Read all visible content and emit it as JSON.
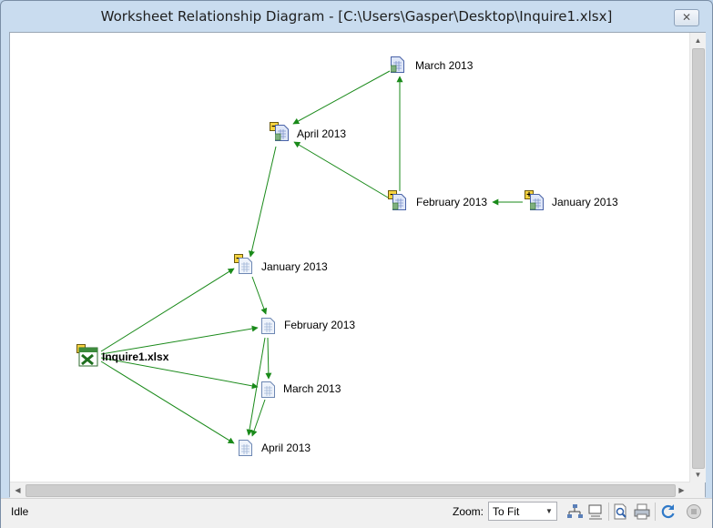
{
  "window": {
    "title": "Worksheet Relationship Diagram - [C:\\Users\\Gasper\\Desktop\\Inquire1.xlsx]",
    "close_glyph": "✕"
  },
  "diagram": {
    "root": {
      "label": "Inquire1.xlsx",
      "toggle": "−"
    },
    "nodes": {
      "ext_march": "March 2013",
      "ext_april": "April 2013",
      "ext_february": "February 2013",
      "ext_january": "January 2013",
      "loc_january": "January 2013",
      "loc_february": "February 2013",
      "loc_march": "March 2013",
      "loc_april": "April 2013"
    },
    "toggles": {
      "ext_april": "−",
      "ext_february": "−",
      "ext_january": "+",
      "loc_january": "−"
    },
    "edge_color": "#1a8a1a"
  },
  "status": {
    "text": "Idle",
    "zoom_label": "Zoom:",
    "zoom_value": "To Fit"
  },
  "toolbar": {
    "icons": [
      "hierarchical-layout-icon",
      "organic-layout-icon",
      "print-preview-icon",
      "print-icon",
      "refresh-icon",
      "stop-icon"
    ]
  }
}
